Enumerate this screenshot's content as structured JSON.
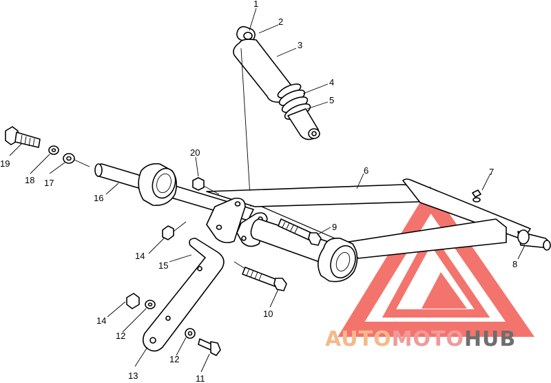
{
  "callouts": [
    "1",
    "2",
    "3",
    "4",
    "5",
    "6",
    "7",
    "8",
    "9",
    "10",
    "11",
    "12",
    "12",
    "13",
    "14",
    "14",
    "15",
    "16",
    "17",
    "18",
    "19",
    "20"
  ],
  "watermark": {
    "part1": "AUTO",
    "part2": "MOTO",
    "part3": "HUB",
    "colors": {
      "auto": "#f5b98c",
      "moto": "#f09a9a",
      "hub": "#6e6e6e",
      "triangle": "#f25c54"
    }
  }
}
